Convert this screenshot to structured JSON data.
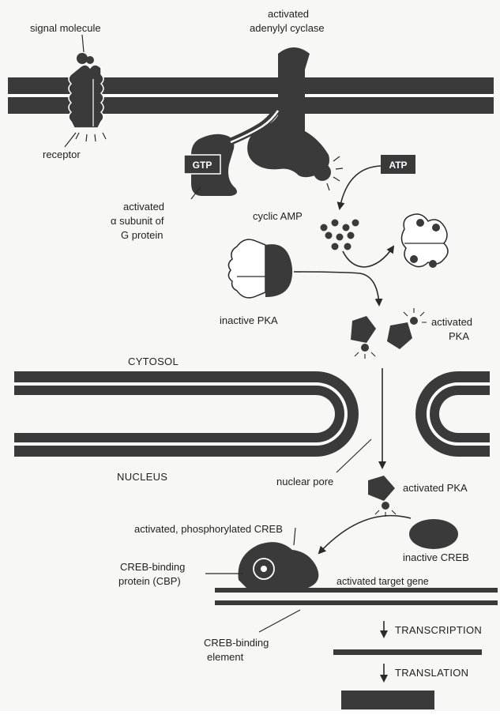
{
  "labels": {
    "signal_molecule": "signal molecule",
    "activated_adenylyl_line1": "activated",
    "activated_adenylyl_line2": "adenylyl cyclase",
    "receptor": "receptor",
    "gtp": "GTP",
    "atp": "ATP",
    "alpha_line1": "activated",
    "alpha_line2": "α subunit of",
    "alpha_line3": "G protein",
    "cyclic_amp": "cyclic AMP",
    "inactive_pka": "inactive PKA",
    "activated_pka_top_line1": "activated",
    "activated_pka_top_line2": "PKA",
    "cytosol": "CYTOSOL",
    "nucleus": "NUCLEUS",
    "nuclear_pore": "nuclear pore",
    "activated_pka_bottom": "activated PKA",
    "activated_phosph_creb": "activated, phosphorylated CREB",
    "cbp_line1": "CREB-binding",
    "cbp_line2": "protein (CBP)",
    "inactive_creb": "inactive CREB",
    "activated_target_gene": "activated target gene",
    "transcription": "TRANSCRIPTION",
    "cre_line1": "CREB-binding",
    "cre_line2": "element",
    "translation": "TRANSLATION"
  }
}
